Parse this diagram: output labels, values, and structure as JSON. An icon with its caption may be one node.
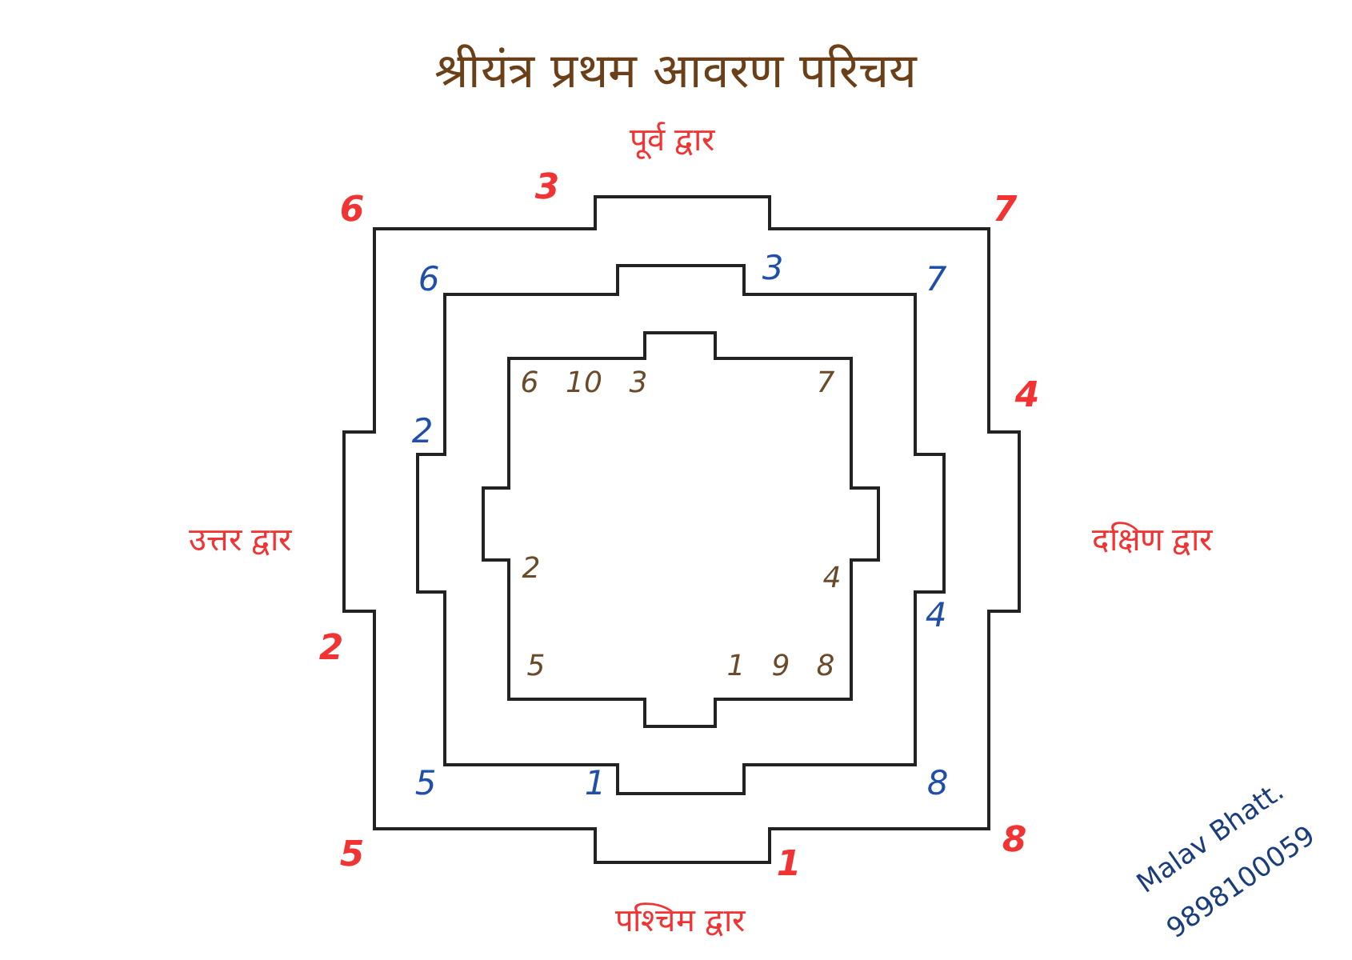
{
  "diagram": {
    "title": "श्रीयंत्र प्रथम आवरण परिचय",
    "labels": [
      "पूर्व द्वार",
      "6",
      "3",
      "7",
      "6",
      "3",
      "7",
      "6",
      "10",
      "3",
      "7",
      "4",
      "2",
      "उत्तर द्वार",
      "दक्षिण द्वार",
      "2",
      "4",
      "4",
      "2",
      "5",
      "1",
      "9",
      "8",
      "5",
      "1",
      "8",
      "5",
      "1",
      "8",
      "पश्चिम द्वार",
      "Malav Bhatt.",
      "9898100059"
    ]
  }
}
